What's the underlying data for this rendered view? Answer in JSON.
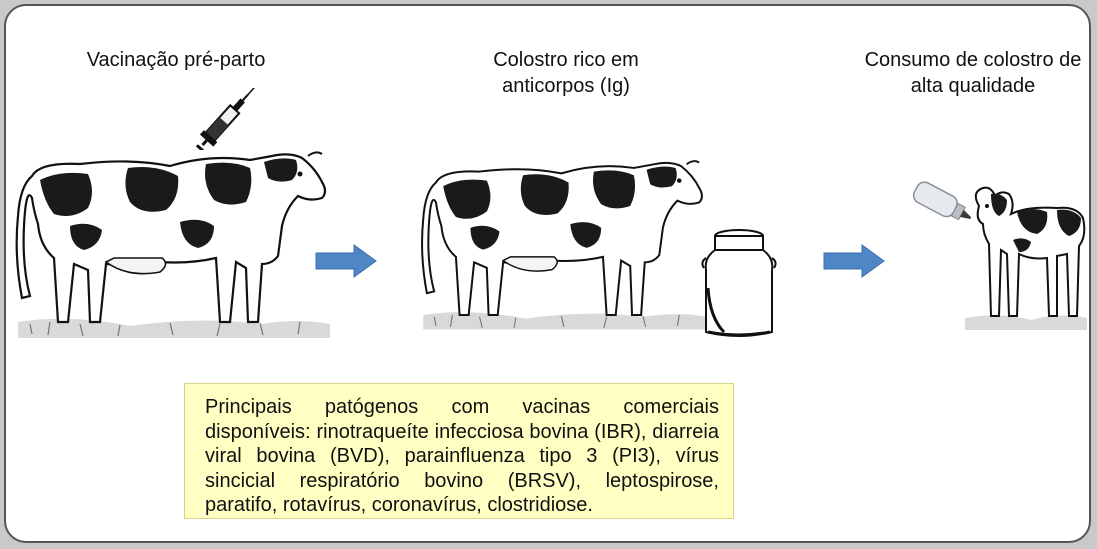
{
  "stages": [
    {
      "label": "Vacinação pré-parto"
    },
    {
      "label": "Colostro rico em anticorpos (Ig)"
    },
    {
      "label": "Consumo de colostro de alta qualidade"
    }
  ],
  "note": {
    "text": "Principais patógenos com vacinas comerciais disponíveis: rinotraqueíte infecciosa bovina (IBR), diarreia viral bovina (BVD), parainfluenza tipo 3 (PI3), vírus sincicial respiratório bovino (BRSV), leptospirose, paratifo, rotavírus, coronavírus, clostridiose."
  },
  "colors": {
    "frame_border": "#555555",
    "arrow": "#4f86c6",
    "note_background": "#ffffc4"
  },
  "icons": [
    "syringe-icon",
    "cow-icon",
    "milk-can-icon",
    "feeding-bottle-icon",
    "calf-icon",
    "arrow-right-icon"
  ]
}
